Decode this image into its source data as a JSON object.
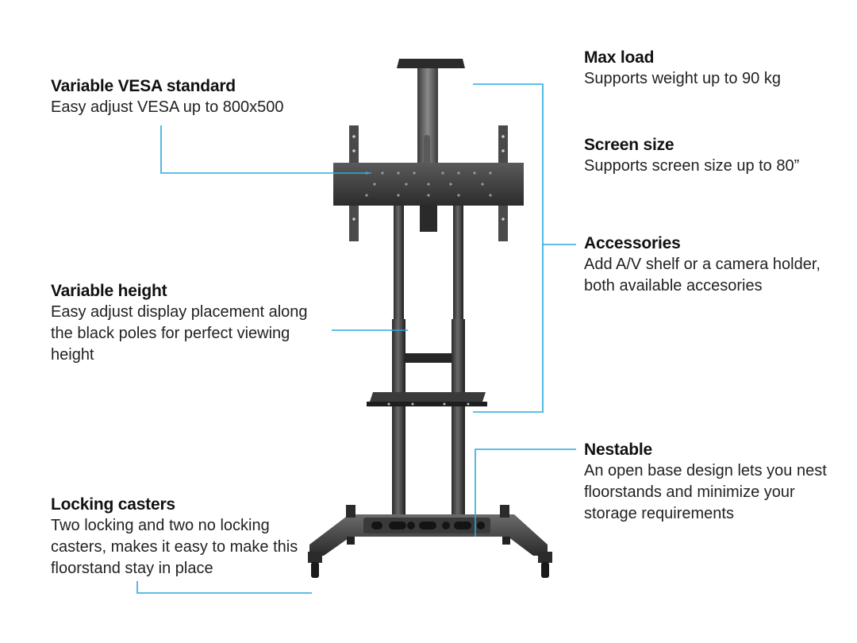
{
  "accent_color": "#29a9e0",
  "features": {
    "vesa": {
      "title": "Variable VESA standard",
      "desc": "Easy adjust VESA up to 800x500"
    },
    "height": {
      "title": "Variable height",
      "desc": "Easy adjust display placement along\nthe black poles for perfect viewing\nheight"
    },
    "casters": {
      "title": "Locking casters",
      "desc": "Two locking and two no locking\ncasters, makes it easy to make this\nfloorstand stay in place"
    },
    "max_load": {
      "title": "Max load",
      "desc": "Supports weight up to 90 kg"
    },
    "screen_size": {
      "title": "Screen size",
      "desc": "Supports screen size up to 80”"
    },
    "accessories": {
      "title": "Accessories",
      "desc": "Add A/V shelf or a camera holder,\nboth available accesories"
    },
    "nestable": {
      "title": "Nestable",
      "desc": "An open base design lets you nest\nfloorstands and minimize your\nstorage requirements"
    }
  }
}
